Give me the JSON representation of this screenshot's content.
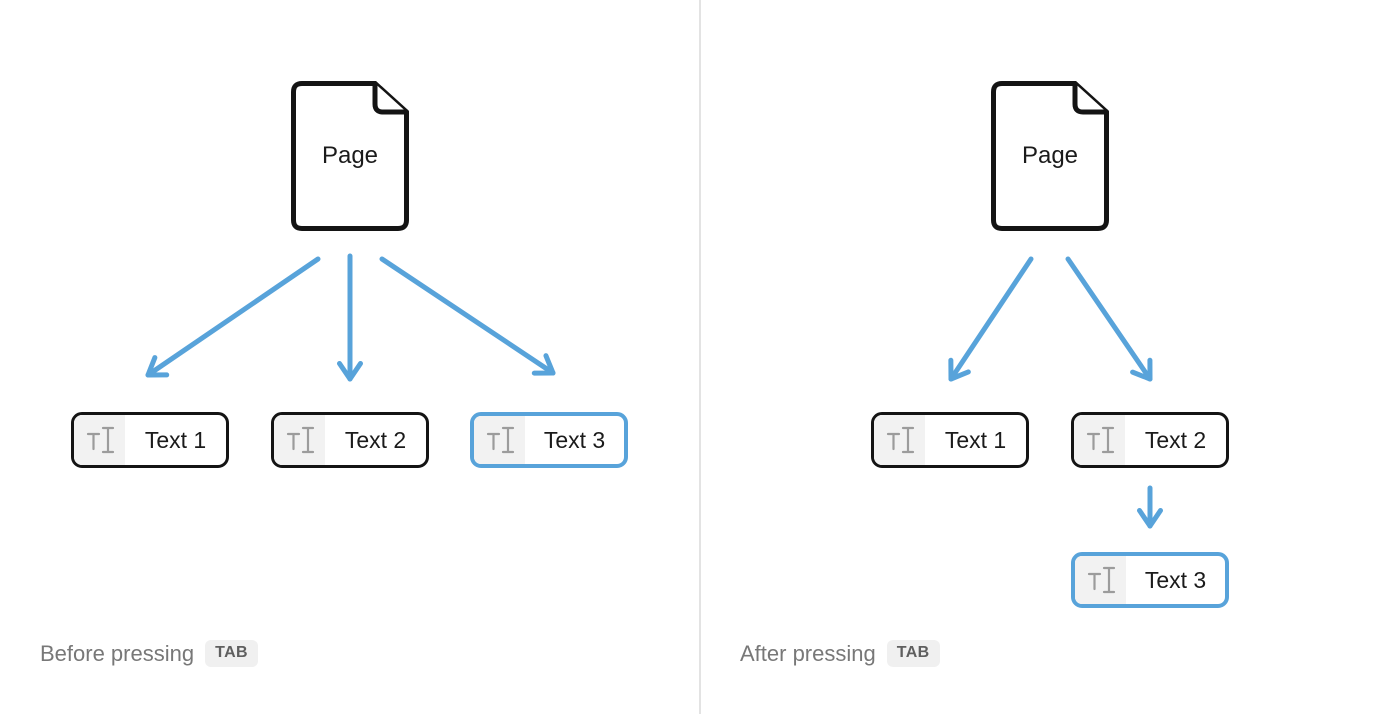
{
  "colors": {
    "accent_blue": "#58A3DA",
    "box_border": "#141414",
    "icon_gray": "#9C9C9C",
    "icon_bg": "#F2F2F2",
    "caption_gray": "#787878",
    "badge_bg": "#F0F0F0",
    "badge_text": "#5F5F5F",
    "divider": "#E3E3E3",
    "label_color": "#1B1B1B"
  },
  "before_panel": {
    "page_label": "Page",
    "blocks": [
      {
        "label": "Text 1",
        "selected": false
      },
      {
        "label": "Text 2",
        "selected": false
      },
      {
        "label": "Text 3",
        "selected": true
      }
    ],
    "caption_text": "Before pressing",
    "caption_key": "TAB"
  },
  "after_panel": {
    "page_label": "Page",
    "blocks": [
      {
        "label": "Text 1",
        "selected": false
      },
      {
        "label": "Text 2",
        "selected": false
      },
      {
        "label": "Text 3",
        "selected": true
      }
    ],
    "caption_text": "After pressing",
    "caption_key": "TAB"
  }
}
